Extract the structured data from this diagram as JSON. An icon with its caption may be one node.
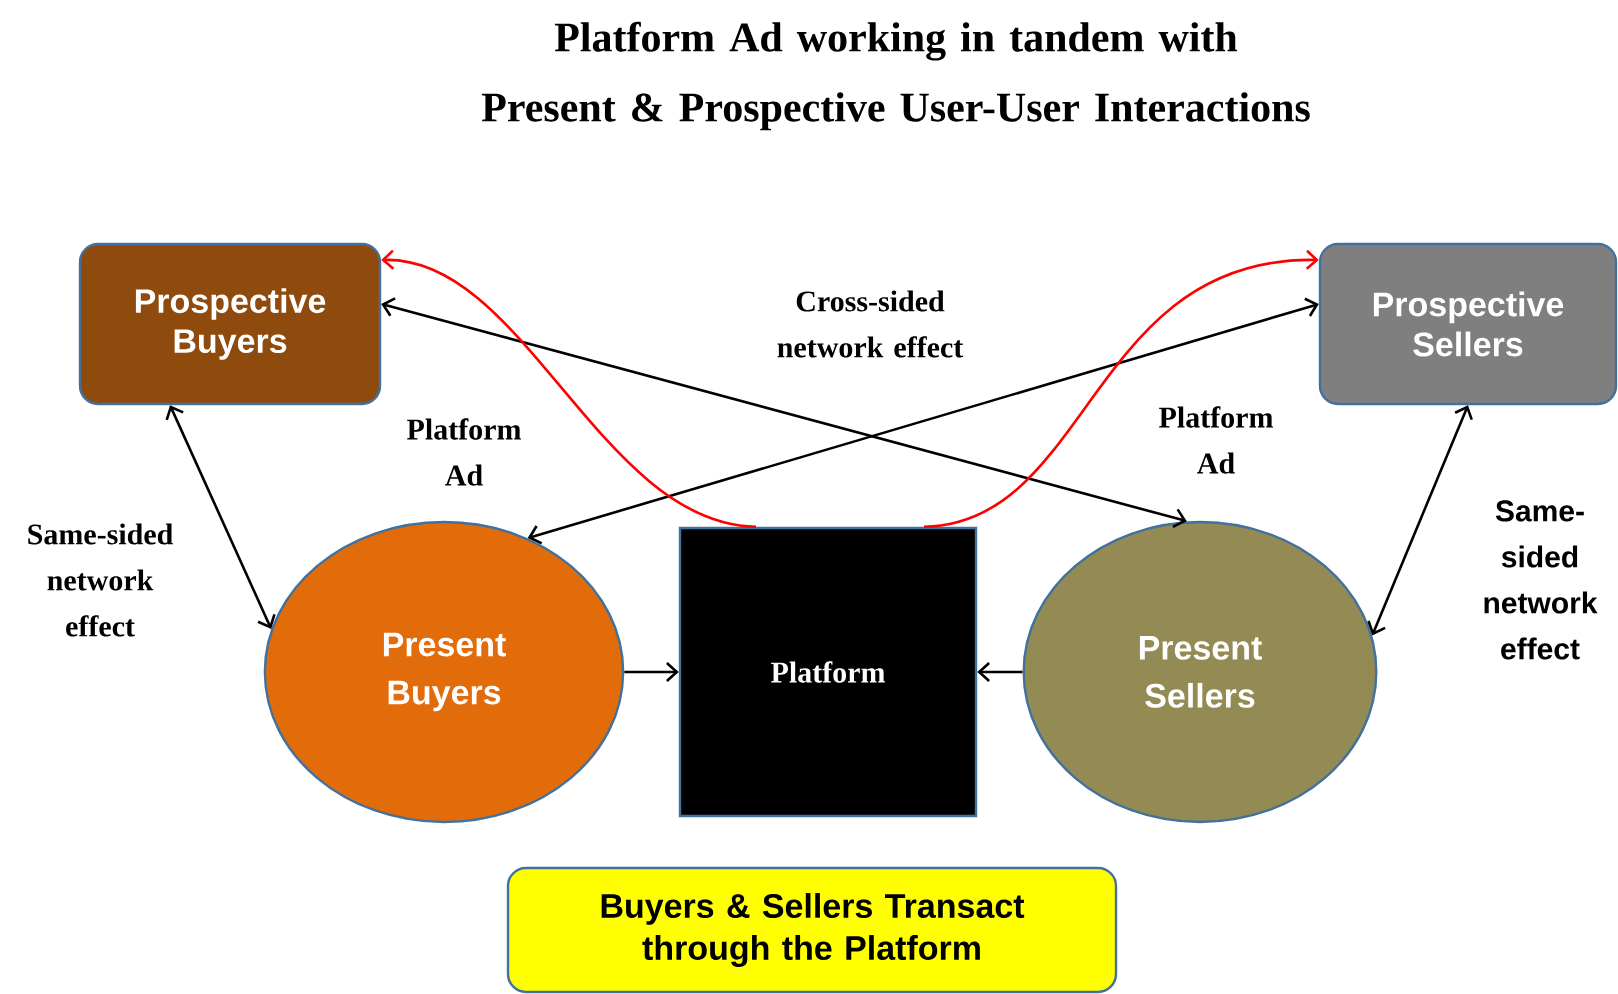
{
  "diagram": {
    "title": "Platform Ad working in tandem with Present & Prospective User-User Interactions",
    "nodes": [
      {
        "text": [
          "Prospective Buyers"
        ]
      },
      {
        "text": [
          "Prospective Sellers"
        ]
      },
      {
        "text": [
          "Present Buyers"
        ]
      },
      {
        "text": [
          "Platform"
        ]
      },
      {
        "text": [
          "Present Sellers"
        ]
      },
      {
        "text": [
          "Buyers & Sellers Transact through the Platform"
        ]
      }
    ],
    "edges": [
      {
        "from": 0,
        "to": 2,
        "arrow": "both"
      },
      {
        "from": 1,
        "to": 4,
        "arrow": "both"
      },
      {
        "from": 2,
        "to": 3,
        "arrow": "to"
      },
      {
        "from": 4,
        "to": 3,
        "arrow": "to"
      },
      {
        "from": 4,
        "to": 0,
        "arrow": "both"
      },
      {
        "from": 2,
        "to": 1,
        "arrow": "both"
      },
      {
        "from": 3,
        "to": 0,
        "arrow": "to",
        "color": "#ff0000"
      },
      {
        "from": 3,
        "to": 1,
        "arrow": "to",
        "color": "#ff0000"
      }
    ],
    "labels": [
      "Cross-sided network effect",
      "Platform Ad",
      "Platform Ad",
      "Same-sided network effect",
      "Same-sided network effect"
    ]
  }
}
